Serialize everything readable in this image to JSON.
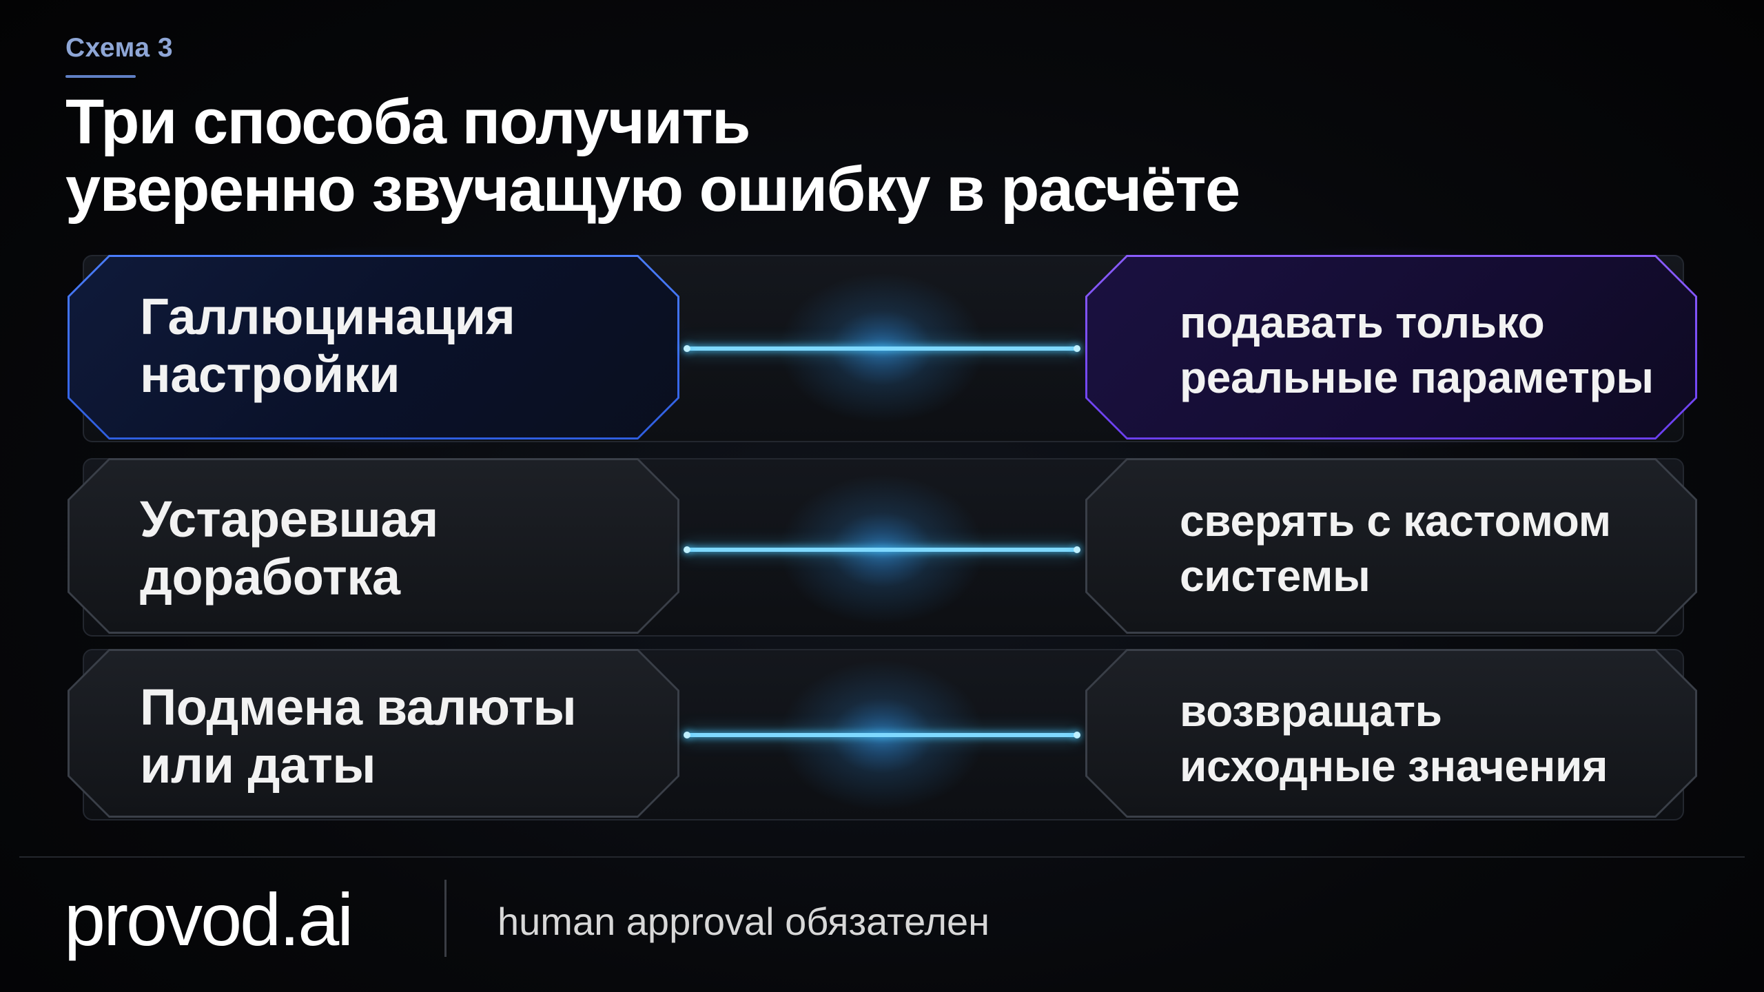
{
  "header": {
    "eyebrow": "Схема 3",
    "title_line1": "Три способа получить",
    "title_line2": "уверенно звучащую ошибку в расчёте"
  },
  "rows": [
    {
      "problem_line1": "Галлюцинация",
      "problem_line2": "настройки",
      "fix_line1": "подавать только",
      "fix_line2": "реальные параметры",
      "highlighted": true
    },
    {
      "problem_line1": "Устаревшая",
      "problem_line2": "доработка",
      "fix_line1": "сверять с кастомом",
      "fix_line2": "системы",
      "highlighted": false
    },
    {
      "problem_line1": "Подмена валюты",
      "problem_line2": "или даты",
      "fix_line1": "возвращать",
      "fix_line2": "исходные значения",
      "highlighted": false
    }
  ],
  "footer": {
    "logo": "provod.ai",
    "note": "human approval обязателен"
  },
  "colors": {
    "accent_blue": "#2f5ee0",
    "accent_violet": "#6b3ff0",
    "connector_cyan": "#7fd9ff",
    "eyebrow": "#8ea6d6"
  }
}
